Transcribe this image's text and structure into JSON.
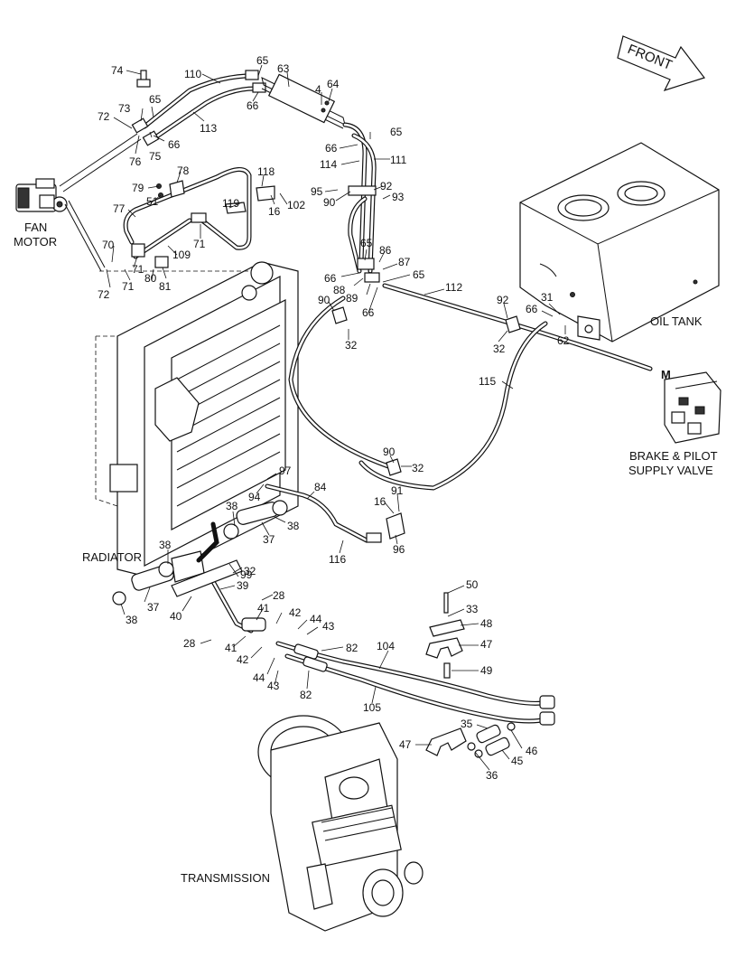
{
  "components": {
    "fan_motor": [
      "FAN",
      "MOTOR"
    ],
    "radiator": "RADIATOR",
    "oil_tank": "OIL TANK",
    "brake_valve": [
      "BRAKE & PILOT",
      "SUPPLY VALVE"
    ],
    "transmission": "TRANSMISSION",
    "front": "FRONT",
    "port_m": "M"
  },
  "callouts": {
    "c74": "74",
    "c110": "110",
    "c65a": "65",
    "c63": "63",
    "c4": "4",
    "c64": "64",
    "c73": "73",
    "c65b": "65",
    "c72a": "72",
    "c113": "113",
    "c66a": "66",
    "c76": "76",
    "c75": "75",
    "c66b": "66",
    "c65c": "65",
    "c66c": "66",
    "c114": "114",
    "c111": "111",
    "c78": "78",
    "c118": "118",
    "c79": "79",
    "c51": "51",
    "c95": "95",
    "c90a": "90",
    "c92a": "92",
    "c93": "93",
    "c119": "119",
    "c16a": "16",
    "c102": "102",
    "c77": "77",
    "c71a": "71",
    "c70": "70",
    "c109": "109",
    "c65d": "65",
    "c86": "86",
    "c87": "87",
    "c65e": "65",
    "c71b": "71",
    "c80": "80",
    "c66d": "66",
    "c88": "88",
    "c89": "89",
    "c72b": "72",
    "c71c": "71",
    "c81": "81",
    "c112": "112",
    "c90b": "90",
    "c66e": "66",
    "c92b": "92",
    "c31": "31",
    "c66f": "66",
    "c62": "62",
    "c32a": "32",
    "c32b": "32",
    "c115": "115",
    "c90c": "90",
    "c32c": "32",
    "c97": "97",
    "c94": "94",
    "c84": "84",
    "c16b": "16",
    "c91": "91",
    "c38a": "38",
    "c38b": "38",
    "c37a": "37",
    "c96": "96",
    "c116": "116",
    "c38c": "38",
    "c99": "99",
    "c32d": "32",
    "c39": "39",
    "c28a": "28",
    "c37b": "37",
    "c38d": "38",
    "c41a": "41",
    "c42a": "42",
    "c40": "40",
    "c44a": "44",
    "c43a": "43",
    "c28b": "28",
    "c41b": "41",
    "c42b": "42",
    "c44b": "44",
    "c43b": "43",
    "c82a": "82",
    "c104": "104",
    "c82b": "82",
    "c105": "105",
    "c50": "50",
    "c33": "33",
    "c48": "48",
    "c47a": "47",
    "c49": "49",
    "c35": "35",
    "c47b": "47",
    "c46": "46",
    "c45": "45",
    "c36": "36"
  }
}
